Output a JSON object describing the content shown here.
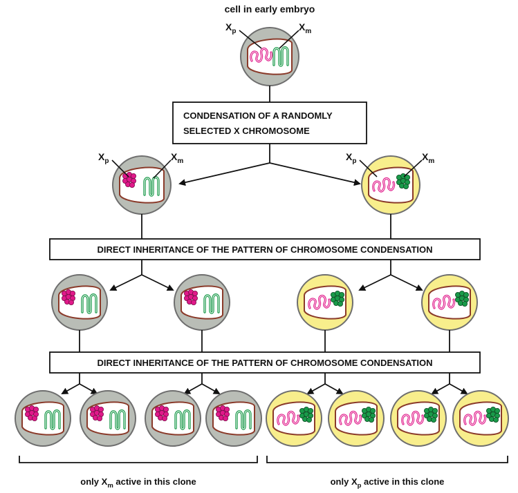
{
  "title": "cell in early embryo",
  "labels": {
    "xp": {
      "base": "X",
      "sub": "p"
    },
    "xm": {
      "base": "X",
      "sub": "m"
    }
  },
  "boxes": {
    "condensation_line1": "CONDENSATION OF A RANDOMLY",
    "condensation_line2": "SELECTED X CHROMOSOME",
    "inheritance1": "DIRECT INHERITANCE OF THE PATTERN OF CHROMOSOME CONDENSATION",
    "inheritance2": "DIRECT INHERITANCE OF THE PATTERN OF CHROMOSOME CONDENSATION"
  },
  "captions": {
    "left": {
      "prefix": "only X",
      "sub": "m",
      "suffix": " active in this clone"
    },
    "right": {
      "prefix": "only X",
      "sub": "p",
      "suffix": " active in this clone"
    }
  },
  "colors": {
    "gray_cell": "#b9bdb6",
    "yellow_cell": "#f8ee8c",
    "nucleus_border": "#8a3a2a",
    "xp_chromosome": "#e0198a",
    "xm_chromosome": "#1a9a4a"
  }
}
